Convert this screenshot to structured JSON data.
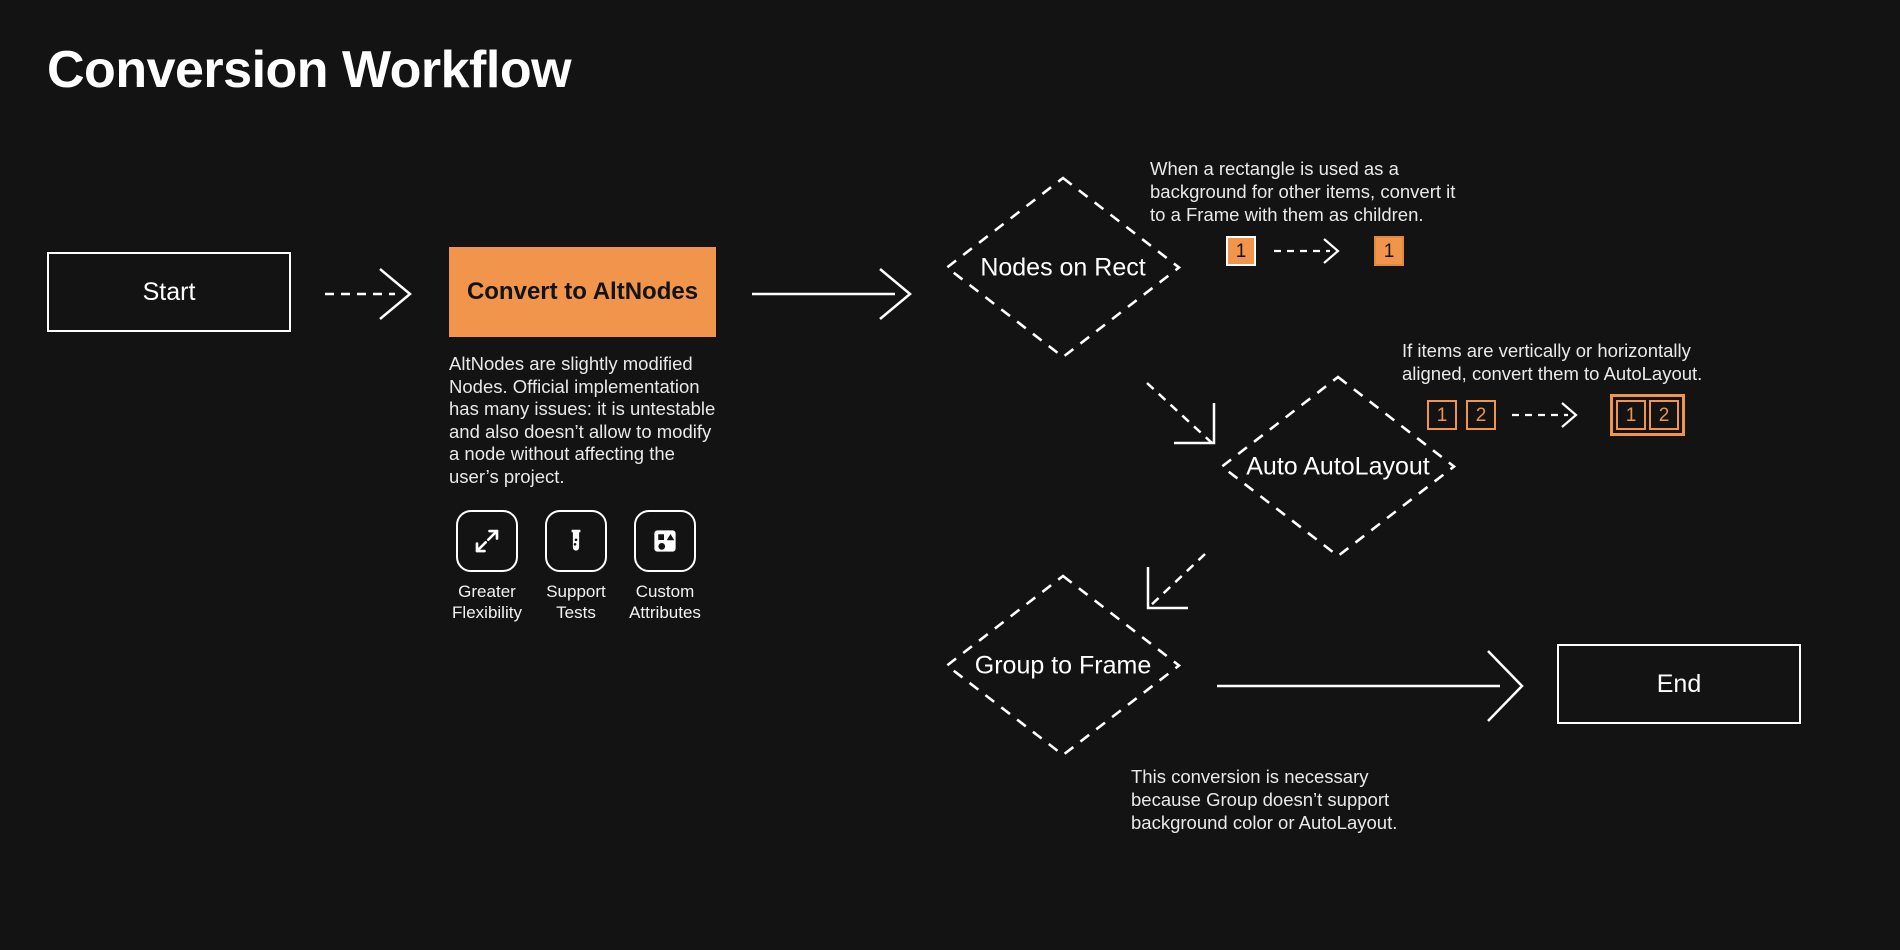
{
  "page": {
    "title": "Conversion Workflow",
    "background_color": "#131313",
    "accent_color": "#f0954b",
    "text_color": "#ffffff"
  },
  "nodes": {
    "start": {
      "label": "Start",
      "shape": "rectangle"
    },
    "convert": {
      "label": "Convert to AltNodes",
      "shape": "rectangle-filled",
      "fill": "#f0954b",
      "description": "AltNodes are slightly modified Nodes. Official implementation has many issues: it is untestable and also doesn’t allow to modify a node without affecting the user’s project."
    },
    "nodes_on_rect": {
      "label": "Nodes on Rect",
      "shape": "diamond"
    },
    "auto_autolayout": {
      "label": "Auto AutoLayout",
      "shape": "diamond"
    },
    "group_to_frame": {
      "label": "Group to Frame",
      "shape": "diamond"
    },
    "end": {
      "label": "End",
      "shape": "rectangle"
    }
  },
  "features": [
    {
      "icon": "expand-arrows-icon",
      "label": "Greater\nFlexibility"
    },
    {
      "icon": "test-tube-icon",
      "label": "Support\nTests"
    },
    {
      "icon": "shapes-icon",
      "label": "Custom\nAttributes"
    }
  ],
  "annotations": {
    "nodes_on_rect": {
      "text": "When a rectangle is used as a background for other items, convert it to a Frame with them as children.",
      "before": [
        {
          "label": "1",
          "style": "filled-white-border"
        }
      ],
      "after": [
        {
          "label": "1",
          "style": "filled-orange-border"
        }
      ],
      "grouped_after": false
    },
    "auto_autolayout": {
      "text": "If items are vertically or horizontally aligned, convert them to AutoLayout.",
      "before": [
        {
          "label": "1",
          "style": "outline"
        },
        {
          "label": "2",
          "style": "outline"
        }
      ],
      "after": [
        {
          "label": "1",
          "style": "outline"
        },
        {
          "label": "2",
          "style": "outline"
        }
      ],
      "grouped_after": true
    },
    "group_to_frame": {
      "text": "This conversion is necessary because Group doesn’t support background color or AutoLayout."
    }
  },
  "connectors": [
    {
      "from": "start",
      "to": "convert",
      "style": "dashed"
    },
    {
      "from": "convert",
      "to": "nodes_on_rect",
      "style": "solid"
    },
    {
      "from": "nodes_on_rect",
      "to": "auto_autolayout",
      "style": "dashed-elbow"
    },
    {
      "from": "auto_autolayout",
      "to": "group_to_frame",
      "style": "dashed-elbow"
    },
    {
      "from": "group_to_frame",
      "to": "end",
      "style": "solid"
    }
  ]
}
